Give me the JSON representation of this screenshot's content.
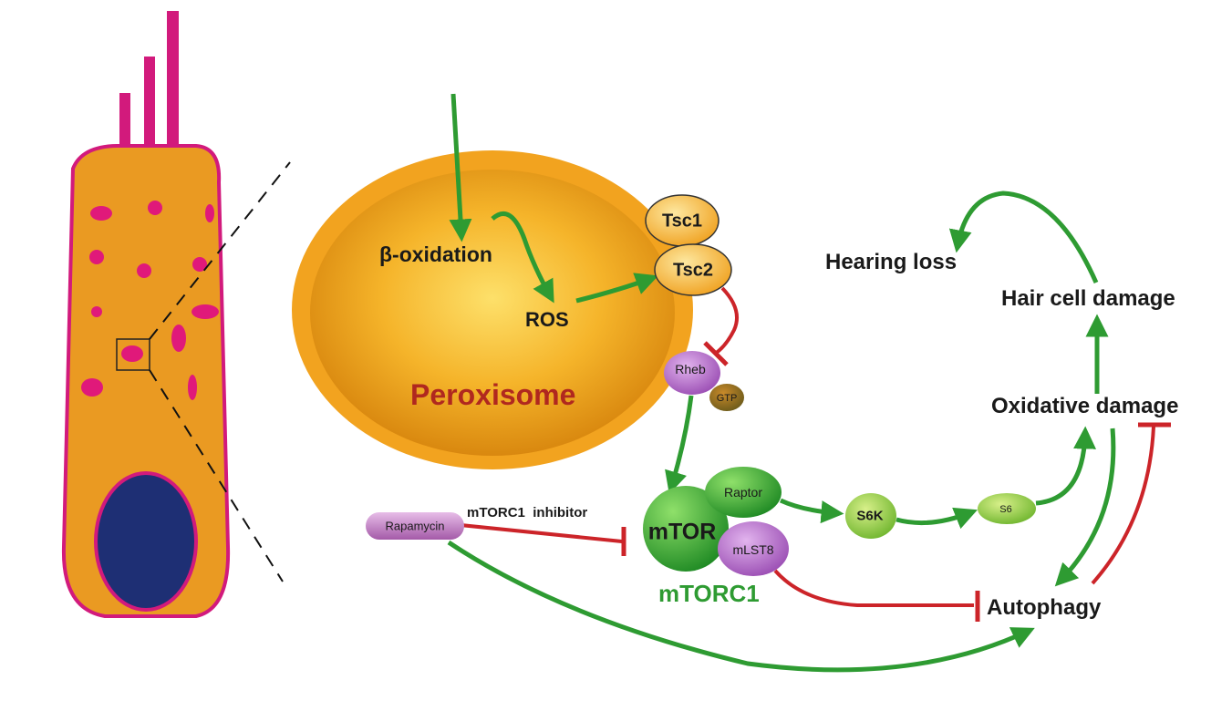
{
  "colors": {
    "cell_body": "#ea9a22",
    "cell_outline": "#d21a7c",
    "nucleus": "#1e2f74",
    "peroxisome": "#f2a31f",
    "activation_arrow": "#2e9b32",
    "inhibition_arrow": "#cc2429",
    "tsc": "#f4b02c",
    "rheb": "#a259b8",
    "mtor": "#2f9e2e",
    "s6": "#7fc241",
    "peroxisome_label": "#b0281f",
    "mtorc1_label": "#2e9b32"
  },
  "labels": {
    "beta_oxidation": "β-oxidation",
    "ros": "ROS",
    "peroxisome": "Peroxisome",
    "tsc1": "Tsc1",
    "tsc2": "Tsc2",
    "rheb": "Rheb",
    "gtp": "GTP",
    "mtor": "mTOR",
    "raptor": "Raptor",
    "mlst8": "mLST8",
    "mtorc1": "mTORC1",
    "s6k": "S6K",
    "s6": "S6",
    "rapamycin": "Rapamycin",
    "mtorc1_inhibitor": "mTORC1  inhibitor",
    "hearing_loss": "Hearing loss",
    "hair_cell_damage": "Hair cell damage",
    "oxidative_damage": "Oxidative damage",
    "autophagy": "Autophagy"
  }
}
